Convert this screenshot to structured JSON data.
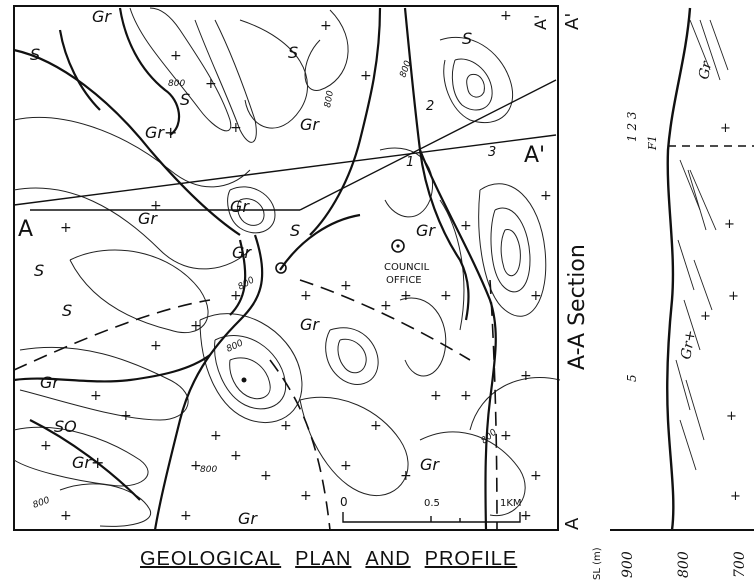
{
  "caption": {
    "w1": "GEOLOGICAL",
    "w2": "PLAN",
    "w3": "AND",
    "w4": "PROFILE"
  },
  "section": {
    "title": "A-A Section",
    "label_a_top": "A'",
    "label_a_bottom": "A",
    "profile_labels": [
      "1 2 3",
      "F1",
      "5"
    ],
    "elev_unit": "SL (m)",
    "elev_ticks": [
      "900",
      "800",
      "700"
    ]
  },
  "map": {
    "labels": {
      "A_left": "A",
      "A_prime_top": "A'",
      "A_prime_mid": "A'",
      "council_office_1": "COUNCIL",
      "council_office_2": "OFFICE",
      "scale_0": "0",
      "scale_mid": "0.5",
      "scale_end": "1KM"
    },
    "units": [
      {
        "text": "Gr"
      },
      {
        "text": "S"
      },
      {
        "text": "S"
      },
      {
        "text": "Gr+"
      },
      {
        "text": "S"
      },
      {
        "text": "Gr"
      },
      {
        "text": "S"
      },
      {
        "text": "S"
      },
      {
        "text": "Gr"
      },
      {
        "text": "Gr"
      },
      {
        "text": "S"
      },
      {
        "text": "Gr"
      },
      {
        "text": "Gr"
      },
      {
        "text": "SO"
      },
      {
        "text": "Gr+"
      },
      {
        "text": "Gr"
      },
      {
        "text": "Gr"
      },
      {
        "text": "Gr"
      },
      {
        "text": "S"
      },
      {
        "text": "Gr"
      }
    ],
    "contours": [
      "800",
      "800",
      "800",
      "800",
      "800",
      "800",
      "800",
      "800"
    ],
    "section_numbers": [
      "1",
      "2",
      "3"
    ]
  }
}
